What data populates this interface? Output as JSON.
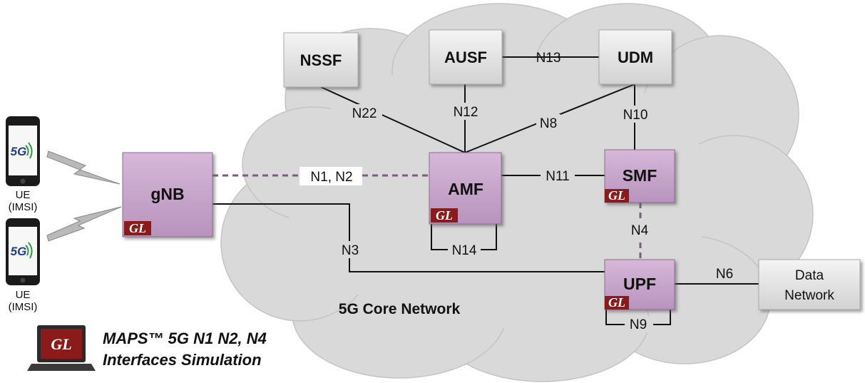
{
  "nodes": {
    "nssf": "NSSF",
    "ausf": "AUSF",
    "udm": "UDM",
    "gnb": "gNB",
    "amf": "AMF",
    "smf": "SMF",
    "upf": "UPF",
    "data_network_line1": "Data",
    "data_network_line2": "Network"
  },
  "interfaces": {
    "n1n2": "N1, N2",
    "n3": "N3",
    "n4": "N4",
    "n6": "N6",
    "n8": "N8",
    "n9": "N9",
    "n10": "N10",
    "n11": "N11",
    "n12": "N12",
    "n13": "N13",
    "n14": "N14",
    "n22": "N22"
  },
  "ue": [
    {
      "badge": "5G",
      "line1": "UE",
      "line2": "(IMSI)"
    },
    {
      "badge": "5G",
      "line1": "UE",
      "line2": "(IMSI)"
    }
  ],
  "gl_badge": "GL",
  "core_label": "5G Core Network",
  "title": {
    "line1": "MAPS™ 5G N1 N2, N4",
    "line2": "Interfaces Simulation"
  },
  "colors": {
    "cloud": "#d9d9d9",
    "gray_box": "#e3e3e3",
    "purple_box": "#c9a5cd",
    "purple_link": "#7d5a82",
    "gl_red": "#8b1a1a",
    "badge_green": "#2e9a3e"
  }
}
